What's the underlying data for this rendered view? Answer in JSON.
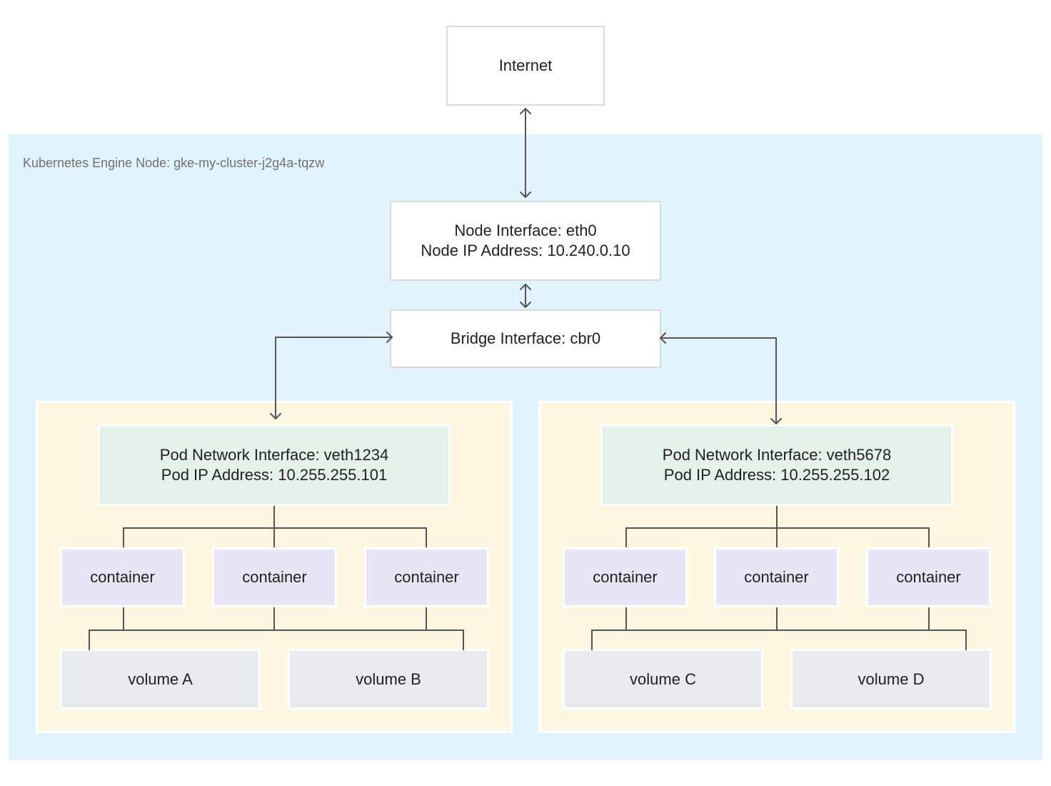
{
  "internet": {
    "label": "Internet"
  },
  "node": {
    "label": "Kubernetes Engine Node: gke-my-cluster-j2g4a-tqzw"
  },
  "node_interface": {
    "line1": "Node Interface: eth0",
    "line2": "Node IP Address: 10.240.0.10"
  },
  "bridge": {
    "label": "Bridge Interface: cbr0"
  },
  "pods": [
    {
      "interface_line1": "Pod Network Interface: veth1234",
      "interface_line2": "Pod IP Address: 10.255.255.101",
      "containers": [
        "container",
        "container",
        "container"
      ],
      "volumes": [
        "volume A",
        "volume B"
      ]
    },
    {
      "interface_line1": "Pod Network Interface: veth5678",
      "interface_line2": "Pod IP Address: 10.255.255.102",
      "containers": [
        "container",
        "container",
        "container"
      ],
      "volumes": [
        "volume C",
        "volume D"
      ]
    }
  ],
  "colors": {
    "node_background": "#e1f4fd",
    "pod_background": "#fdf6e1",
    "pod_interface": "#e3f1ea",
    "container": "#e8e5f4",
    "volume": "#e8ebee",
    "connector": "#555555"
  }
}
